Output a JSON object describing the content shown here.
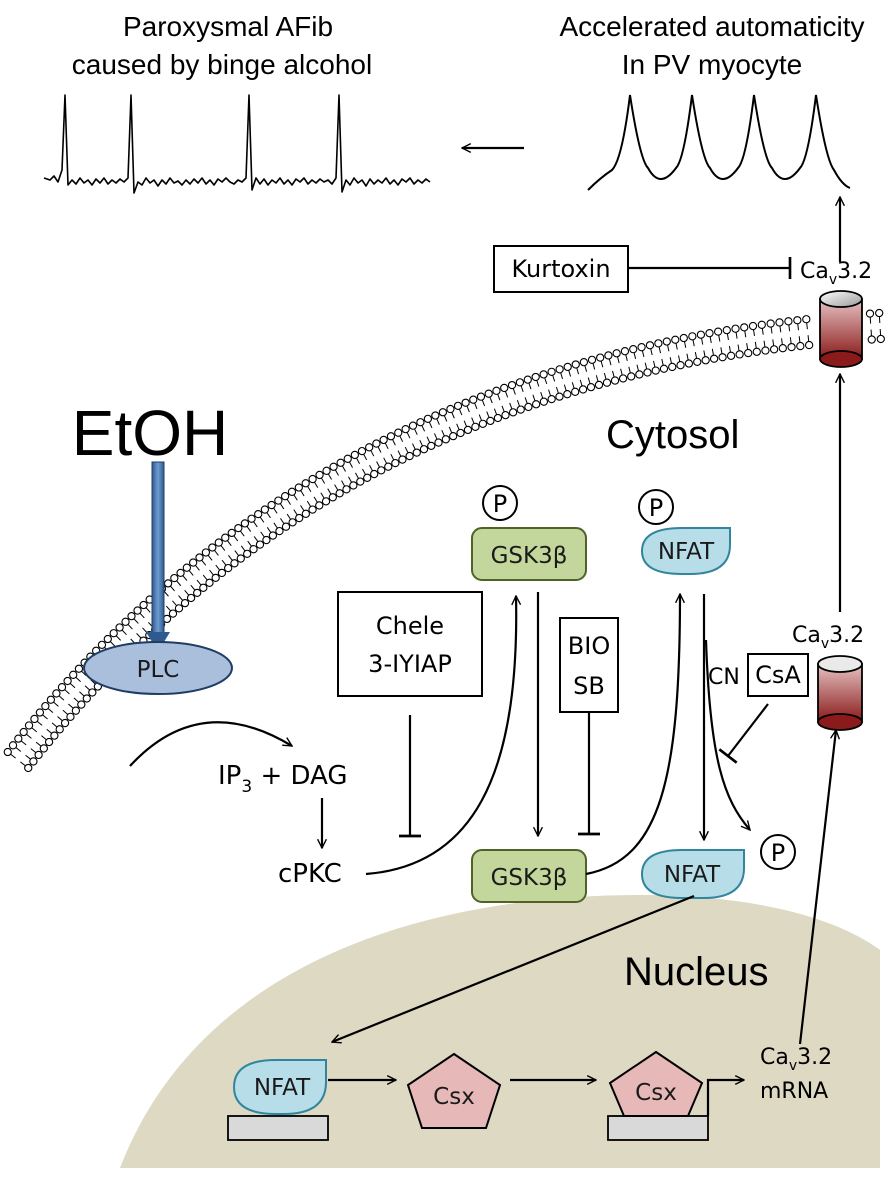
{
  "titles": {
    "afib_line1": "Paroxysmal AFib",
    "afib_line2": "caused by binge alcohol",
    "auto_line1": "Accelerated automaticity",
    "auto_line2": "In PV myocyte"
  },
  "regions": {
    "cytosol": "Cytosol",
    "nucleus": "Nucleus"
  },
  "stimulus": "EtOH",
  "nodes": {
    "plc": "PLC",
    "ip3": "IP",
    "ip3_sub": "3",
    "ip3_rest": " + DAG",
    "cpkc": "cPKC",
    "gsk3b_top": "GSK3β",
    "gsk3b_bottom": "GSK3β",
    "nfat_top": "NFAT",
    "nfat_bottom": "NFAT",
    "nfat_nucleus": "NFAT",
    "csx_1": "Csx",
    "csx_2": "Csx",
    "cn": "CN",
    "phospho": "P"
  },
  "inhibitors": {
    "chele_line1": "Chele",
    "chele_line2": "3-IYIAP",
    "bio_line1": "BIO",
    "bio_line2": "SB",
    "csa": "CsA",
    "kurtoxin": "Kurtoxin"
  },
  "channel": {
    "ca": "Ca",
    "sub": "v",
    "num": "3.2"
  },
  "mrna": {
    "ca": "Ca",
    "sub": "v",
    "num": "3.2",
    "line2": "mRNA"
  },
  "colors": {
    "plc": "#a9bfdc",
    "gsk3b": "#c3d69b",
    "nfat": "#b7dde8",
    "csx": "#e6b9b8",
    "nucleus": "#ddd9c3",
    "etoh_arrow": "#4f81bd",
    "channel_top": "#bfbfbf",
    "channel_body": "#a52a2a"
  }
}
